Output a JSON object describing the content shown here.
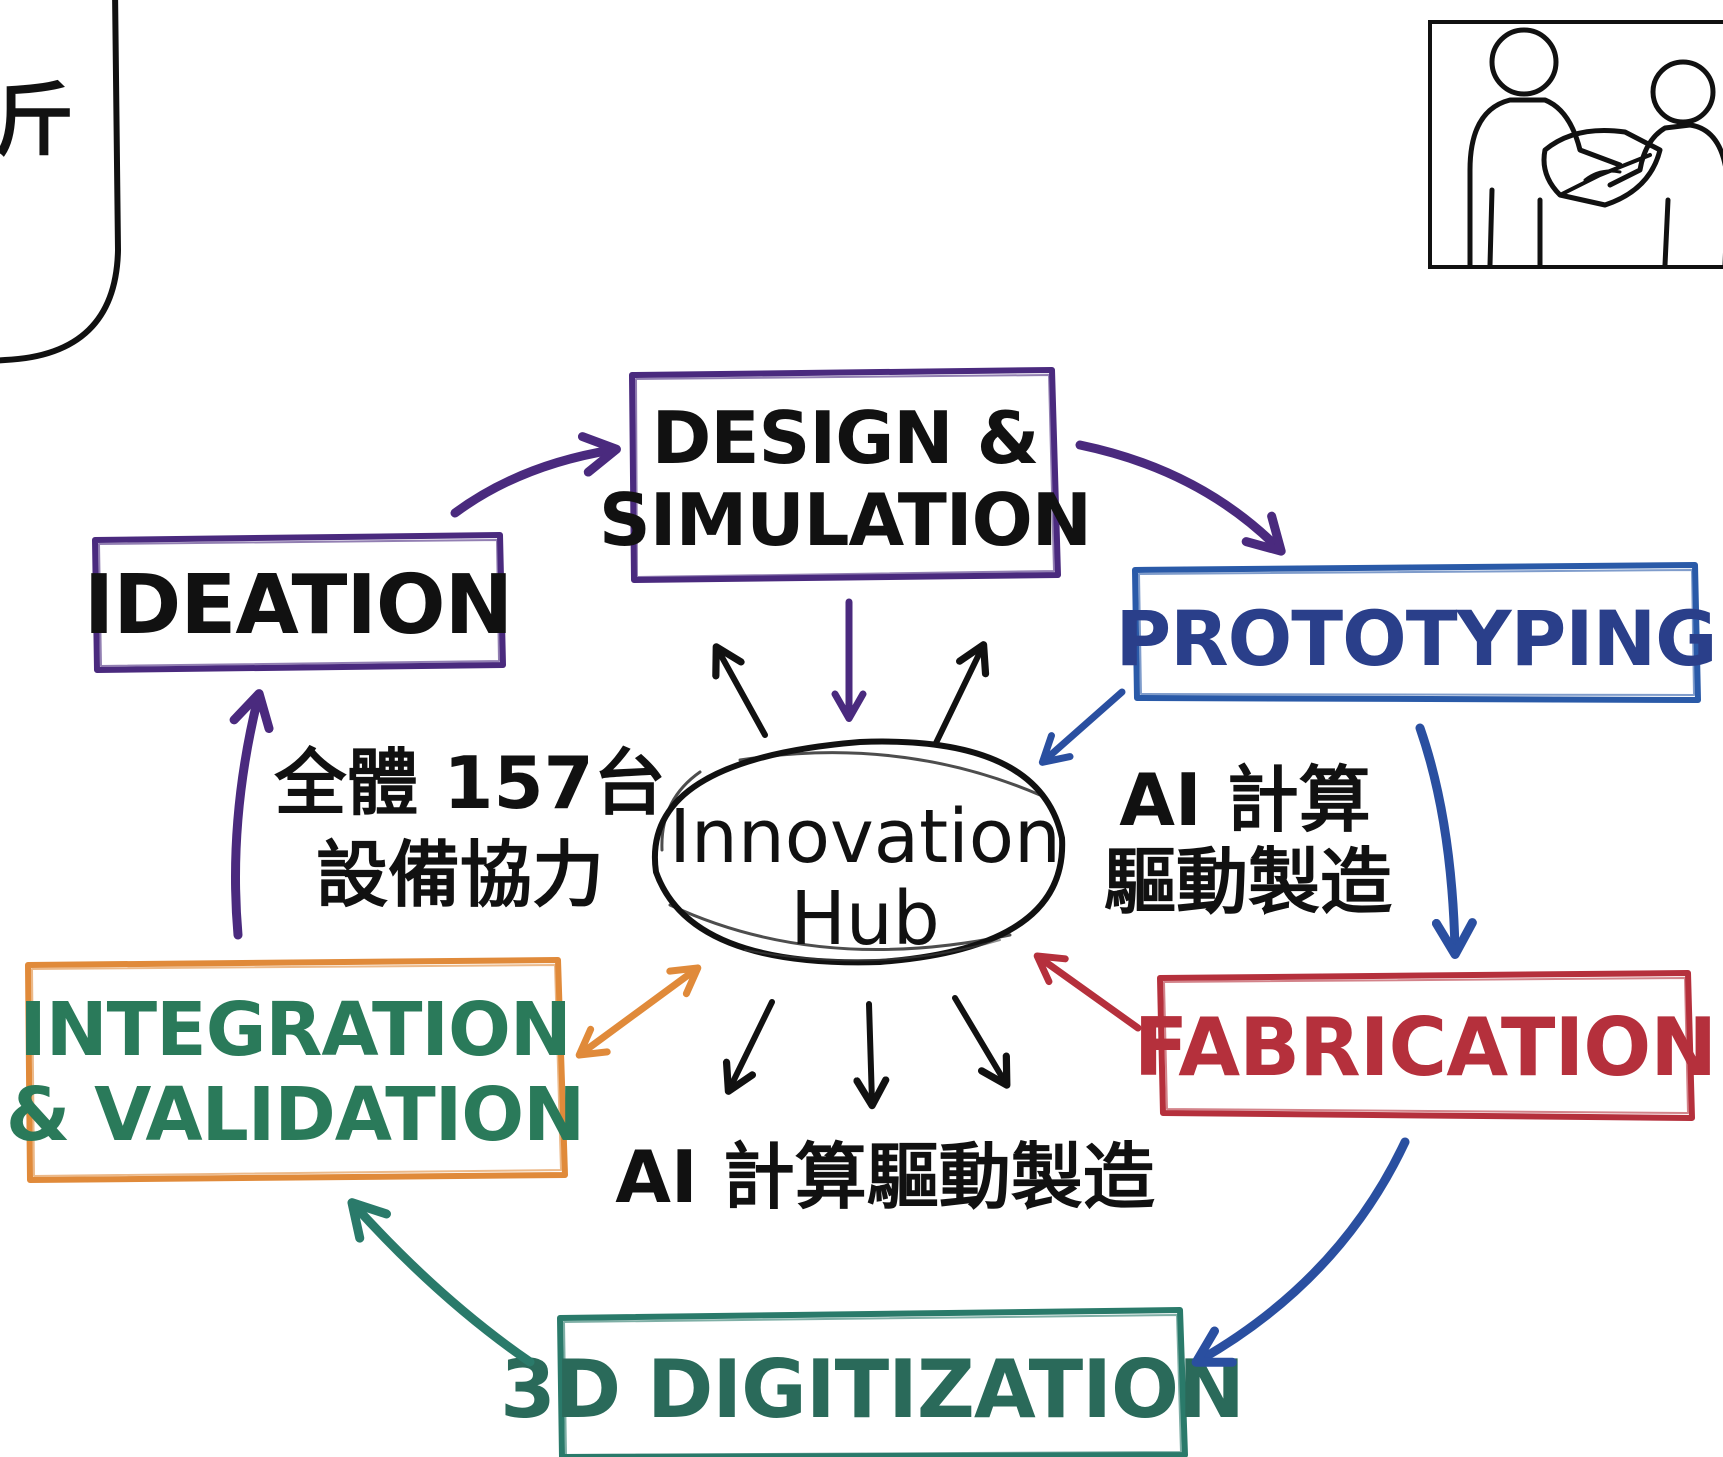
{
  "corner_panel": {
    "fragment_text": "斤"
  },
  "icon": {
    "name": "people-handing-box-icon"
  },
  "hub": {
    "line1": "Innovation",
    "line2": "Hub"
  },
  "stages": {
    "design": {
      "line1": "DESIGN &",
      "line2": "SIMULATION",
      "color": "#4a2a7e"
    },
    "ideation": {
      "line1": "IDEATION",
      "color": "#4a2a7e"
    },
    "prototyping": {
      "line1": "PROTOTYPING",
      "color": "#2a5aa8"
    },
    "fabrication": {
      "line1": "FABRICATION",
      "color": "#b5303c"
    },
    "digitization": {
      "line1": "3D DIGITIZATION",
      "color": "#2a7a6a"
    },
    "integration": {
      "line1": "INTEGRATION",
      "line2": "& VALIDATION",
      "color": "#e08a3a",
      "text_color": "#2a7a5a"
    }
  },
  "notes": {
    "left_line1": "全體 157台",
    "left_line2": "設備協力",
    "right_line1": "AI 計算",
    "right_line2": "驅動製造",
    "bottom": "AI 計算驅動製造"
  },
  "colors": {
    "purple": "#4a2a7e",
    "blue": "#2a4fa0",
    "red": "#b5303c",
    "teal": "#2a7a6a",
    "orange": "#e08a3a",
    "black": "#111111"
  }
}
